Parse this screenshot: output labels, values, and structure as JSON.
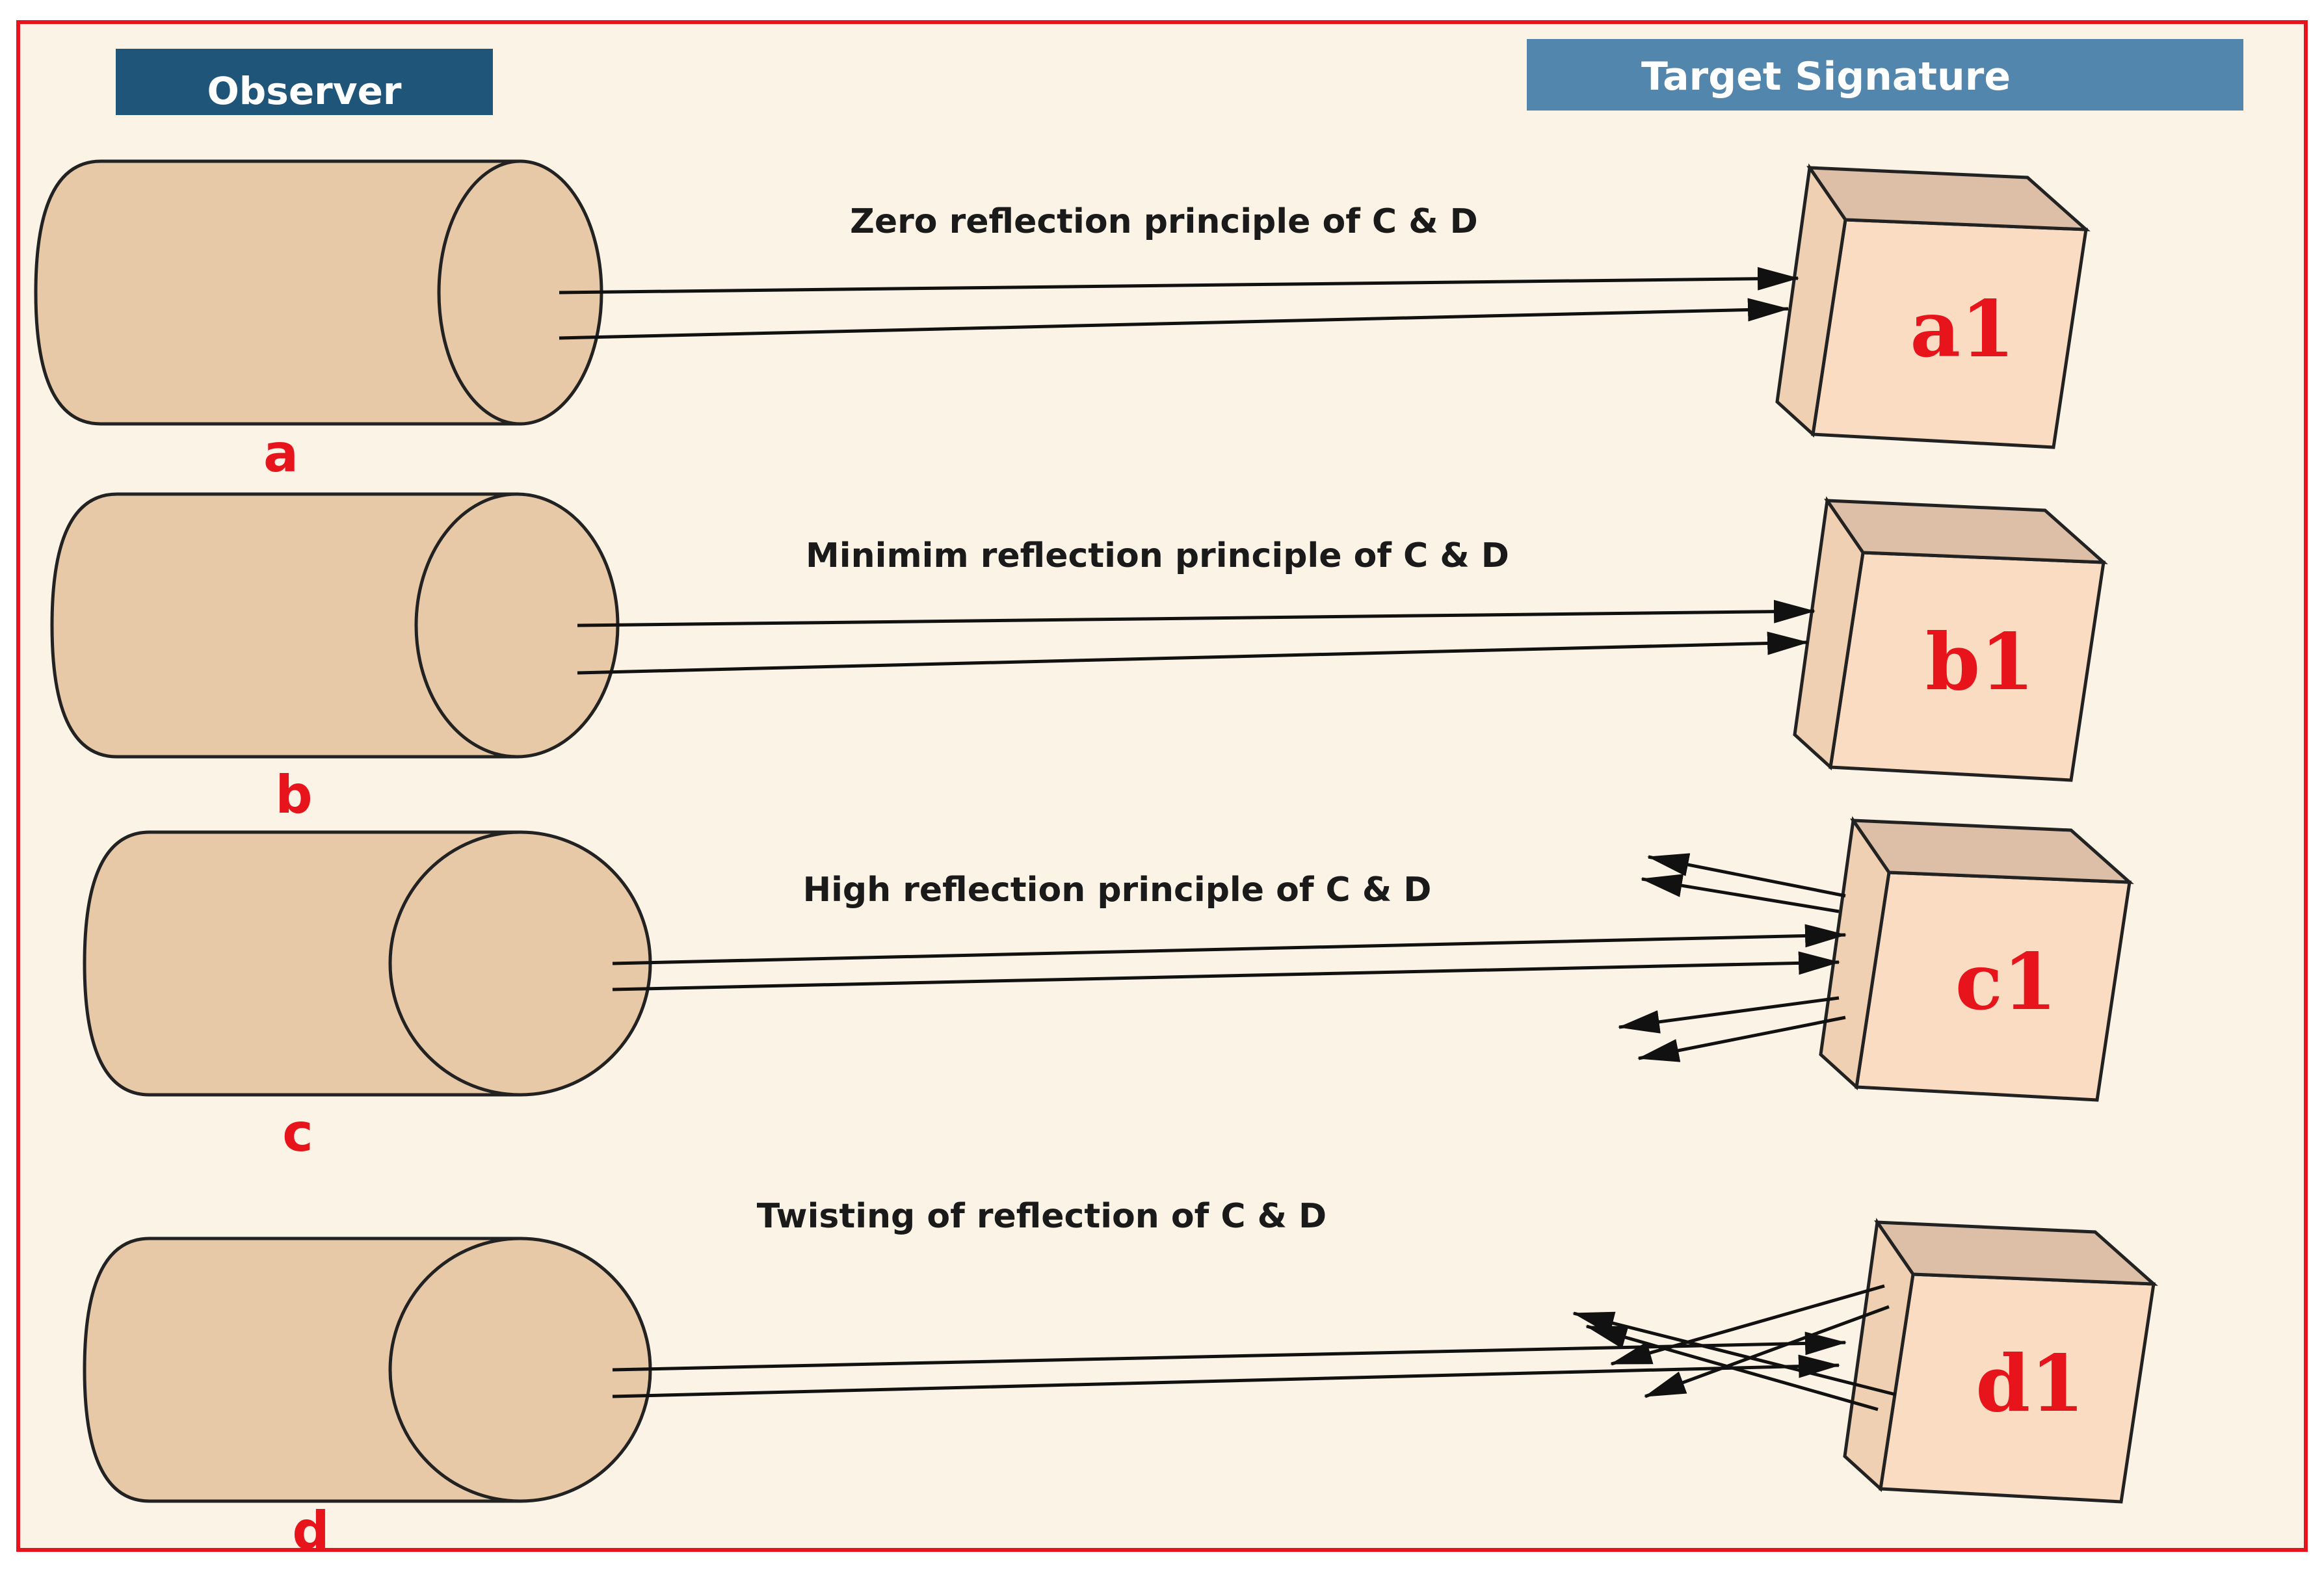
{
  "colors": {
    "border": "#e8141c",
    "background": "#fbf4e6",
    "observer_header": "#1f5578",
    "target_header": "#5386ac",
    "cylinder_fill": "#e7c9a7",
    "box_front": "#f9dcc2",
    "box_top": "#dcbfa6",
    "box_side": "#efd0b3",
    "outline": "#222222",
    "red_label": "#e8141c"
  },
  "headers": {
    "observer": "Observer",
    "target": "Target Signature"
  },
  "rows": [
    {
      "caption": "Zero reflection principle of C & D",
      "observer_label": "a",
      "target_label": "a1",
      "mode": "zero"
    },
    {
      "caption": "Minimim reflection principle of C & D",
      "observer_label": "b",
      "target_label": "b1",
      "mode": "minimum"
    },
    {
      "caption": "High reflection principle of C & D",
      "observer_label": "c",
      "target_label": "c1",
      "mode": "high"
    },
    {
      "caption": "Twisting of reflection of C & D",
      "observer_label": "d",
      "target_label": "d1",
      "mode": "twisting"
    }
  ]
}
